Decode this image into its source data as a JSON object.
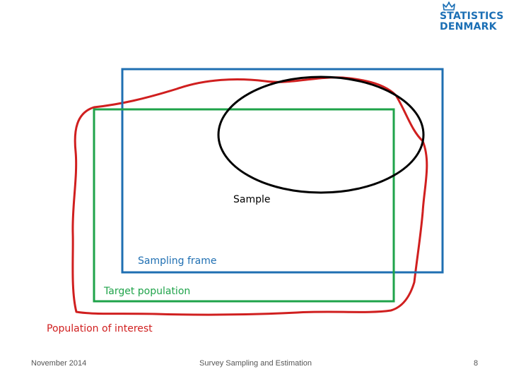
{
  "logo": {
    "line1": "STATISTICS",
    "line2": "DENMARK",
    "icon": "crown-icon"
  },
  "diagram": {
    "labels": {
      "sample": "Sample",
      "sampling_frame": "Sampling frame",
      "target_population": "Target population",
      "population_of_interest": "Population of interest"
    },
    "colors": {
      "sample": "#000000",
      "sampling_frame": "#1F6FB2",
      "target_population": "#1FA34A",
      "population_of_interest": "#D01F1F"
    }
  },
  "footer": {
    "date": "November 2014",
    "title": "Survey Sampling and Estimation",
    "page": "8"
  }
}
